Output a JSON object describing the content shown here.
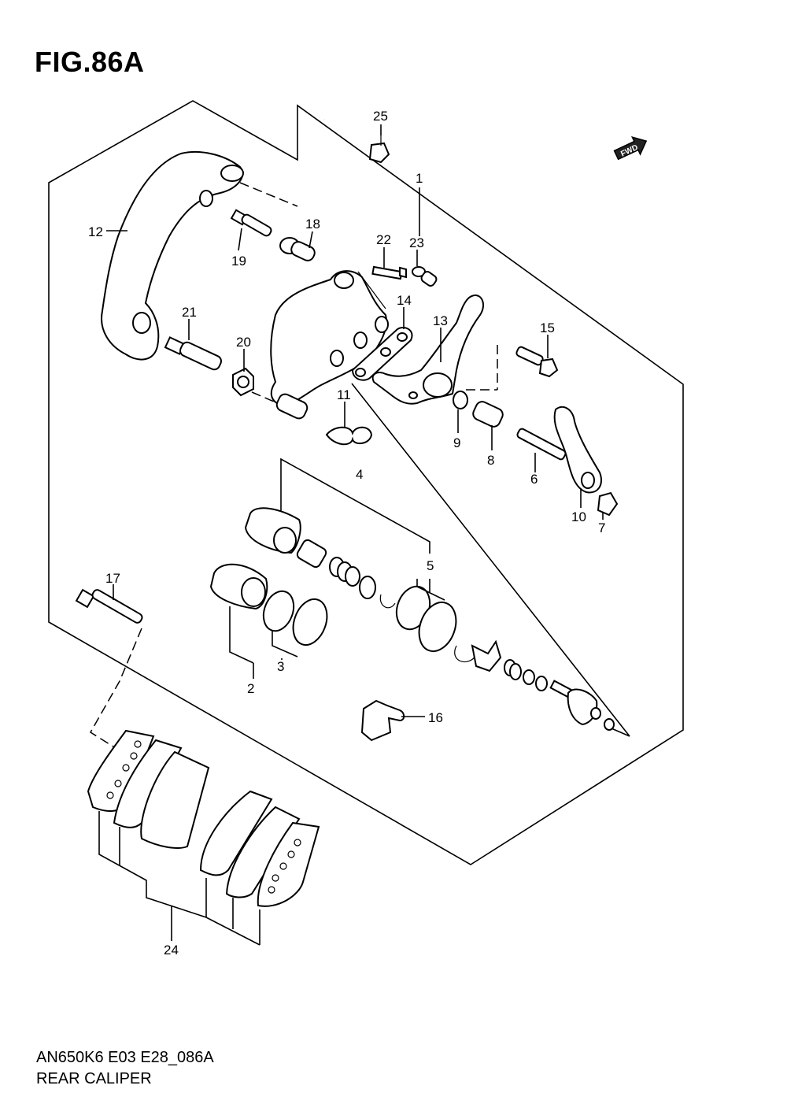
{
  "figure": {
    "title": "FIG.86A",
    "model_code": "AN650K6 E03 E28_086A",
    "assembly_name": "REAR CALIPER",
    "fwd_label": "FWD"
  },
  "callouts": {
    "c1": "1",
    "c2": "2",
    "c3": "3",
    "c4": "4",
    "c5": "5",
    "c6": "6",
    "c7": "7",
    "c8": "8",
    "c9": "9",
    "c10": "10",
    "c11": "11",
    "c12": "12",
    "c13": "13",
    "c14": "14",
    "c15": "15",
    "c16": "16",
    "c17": "17",
    "c18": "18",
    "c19": "19",
    "c20": "20",
    "c21": "21",
    "c22": "22",
    "c23": "23",
    "c24": "24",
    "c25": "25"
  }
}
